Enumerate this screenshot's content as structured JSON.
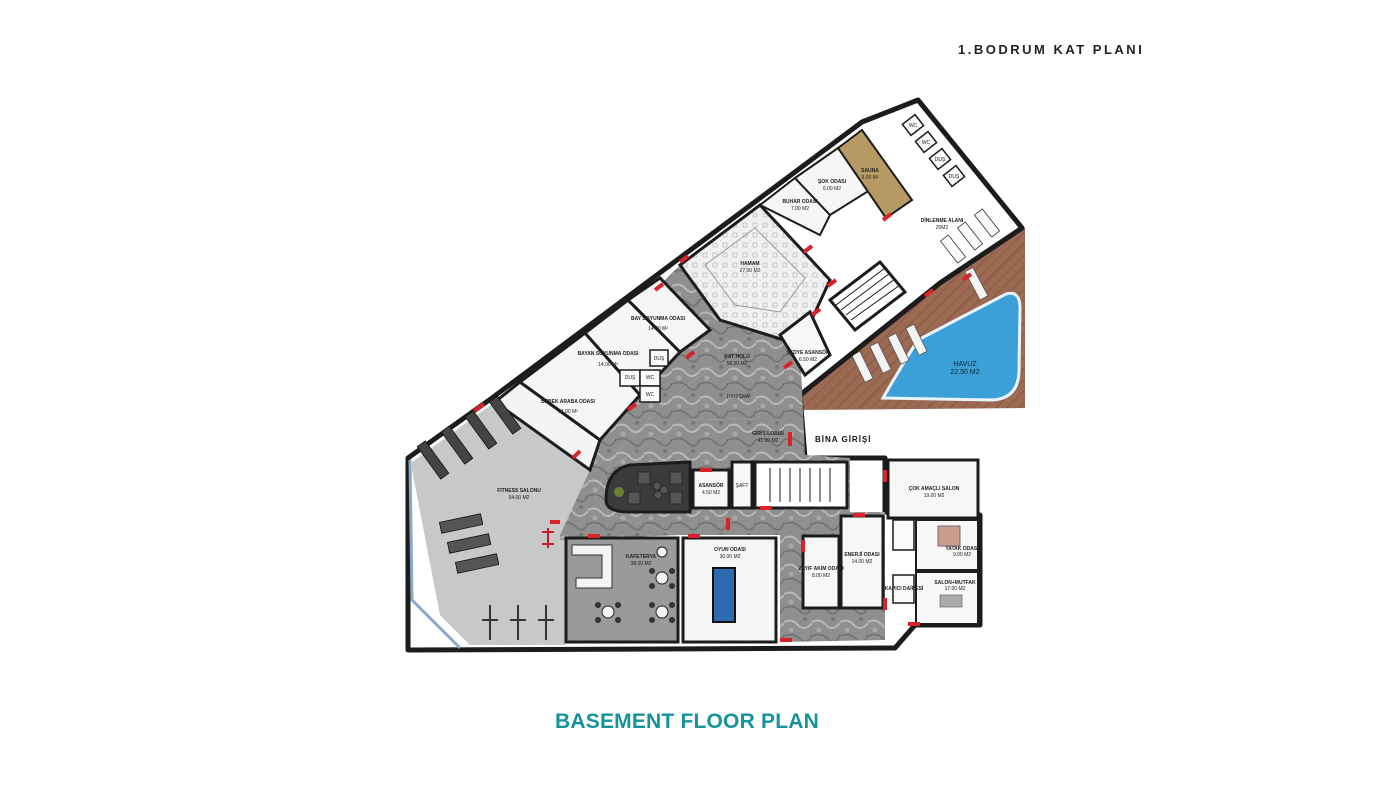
{
  "header": {
    "title_tr": "1.BODRUM KAT PLANI"
  },
  "caption": {
    "title_en": "BASEMENT FLOOR PLAN"
  },
  "labels": {
    "entrance": "BİNA GİRİŞİ",
    "pool_name": "HAVUZ",
    "pool_area": "22.50 M2"
  },
  "rooms": [
    {
      "name": "FITNESS SALONU",
      "area": "54.00 M2"
    },
    {
      "name": "BEBEK ARABA ODASI",
      "area": "17.00 M²"
    },
    {
      "name": "BAYAN SOYUNMA ODASI",
      "area": "14.00 M²"
    },
    {
      "name": "BAY SOYUNMA ODASI",
      "area": "14.00 M²"
    },
    {
      "name": "HAMAM",
      "area": "27.00 M2"
    },
    {
      "name": "BUHAR ODASI",
      "area": "7.00 M2"
    },
    {
      "name": "ŞOK ODASI",
      "area": "6.00 M2"
    },
    {
      "name": "SAUNA",
      "area": "9.00 M²"
    },
    {
      "name": "DİNLENME ALANI",
      "area": "20M2"
    },
    {
      "name": "SEDYE ASANSÖR",
      "area": "6.50 M2"
    },
    {
      "name": "KAT HOLÜ",
      "area": "58.50 M2"
    },
    {
      "name": "GİRİŞ LOBİSİ",
      "area": "41.00 M2"
    },
    {
      "name": "ASANSÖR",
      "area": "4.50 M2"
    },
    {
      "name": "KAFETERYA",
      "area": "38.00 M2"
    },
    {
      "name": "OYUN ODASI",
      "area": "30.00 M2"
    },
    {
      "name": "ZAYIF AKIM ODASI",
      "area": "8.00 M2"
    },
    {
      "name": "ENERJİ ODASI",
      "area": "14.00 M2"
    },
    {
      "name": "ÇOK AMAÇLI SALON",
      "area": "19.00 M2"
    },
    {
      "name": "YATAK ODASI",
      "area": "9.00 M2"
    },
    {
      "name": "SALON+MUTFAK",
      "area": "17.00 M2"
    },
    {
      "name": "KAPICI DAİRESİ",
      "area": ""
    }
  ],
  "small_labels": {
    "wc": "WC",
    "dus": "DUŞ",
    "danisma": "DANIŞMA",
    "shaft": "ŞAFT"
  },
  "colors": {
    "wall": "#1c1c1c",
    "door": "#d8232a",
    "floor_marble": "#8e8e8e",
    "pool": "#3b9fd8",
    "deck": "#9a6b52",
    "caption": "#17939b"
  }
}
